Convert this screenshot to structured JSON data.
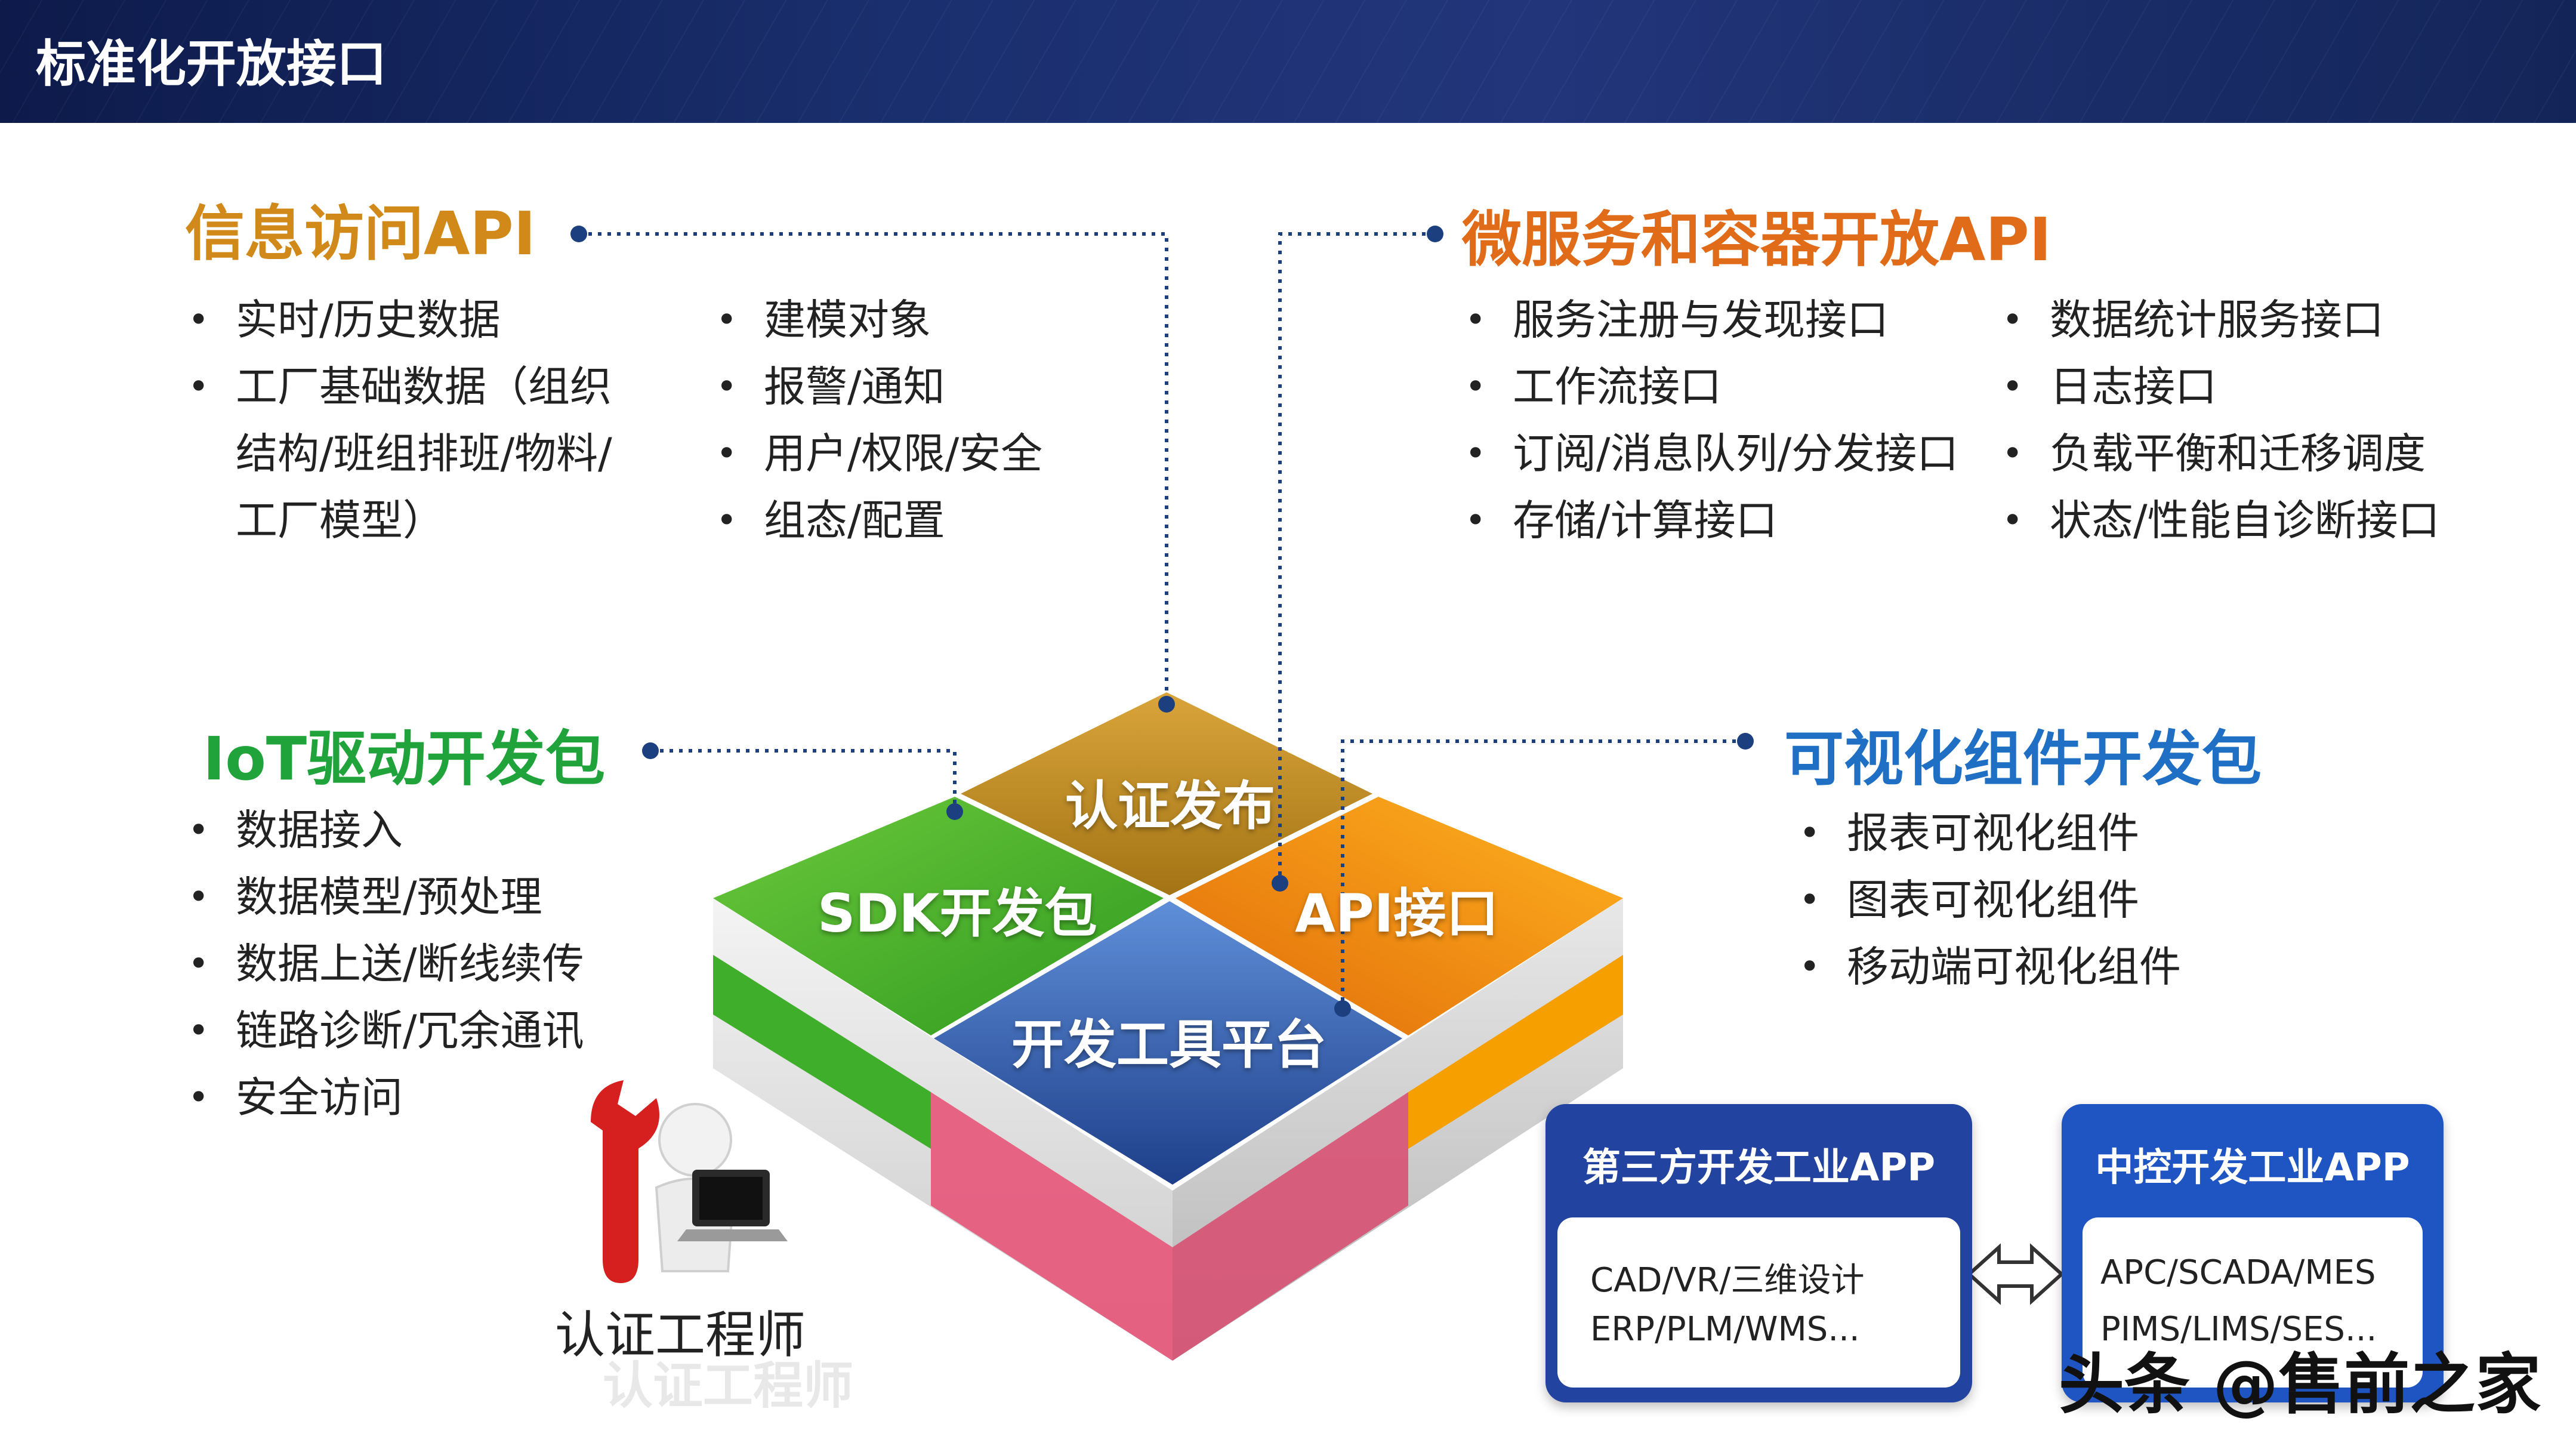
{
  "header": {
    "title": "标准化开放接口"
  },
  "info_api": {
    "title": "信息访问API",
    "col1": [
      "实时/历史数据",
      "工厂基础数据（组织",
      "结构/班组排班/物料/",
      "工厂模型）"
    ],
    "col2": [
      "建模对象",
      "报警/通知",
      "用户/权限/安全",
      "组态/配置"
    ]
  },
  "micro_api": {
    "title": "微服务和容器开放API",
    "col1": [
      "服务注册与发现接口",
      "工作流接口",
      "订阅/消息队列/分发接口",
      "存储/计算接口"
    ],
    "col2": [
      "数据统计服务接口",
      "日志接口",
      "负载平衡和迁移调度",
      "状态/性能自诊断接口"
    ]
  },
  "iot_sdk": {
    "title": "IoT驱动开发包",
    "items": [
      "数据接入",
      "数据模型/预处理",
      "数据上送/断线续传",
      "链路诊断/冗余通讯",
      "安全访问"
    ]
  },
  "viz_sdk": {
    "title": "可视化组件开发包",
    "items": [
      "报表可视化组件",
      "图表可视化组件",
      "移动端可视化组件"
    ]
  },
  "platform": {
    "top": "认证发布",
    "left": "SDK开发包",
    "right": "API接口",
    "bottom": "开发工具平台"
  },
  "third_party_app": {
    "title": "第三方开发工业APP",
    "lines": [
      "CAD/VR/三维设计",
      "ERP/PLM/WMS..."
    ]
  },
  "central_app": {
    "title": "中控开发工业APP",
    "lines": [
      "APC/SCADA/MES",
      "PIMS/LIMS/SES..."
    ]
  },
  "engineer": {
    "label": "认证工程师",
    "ghost": "认证工程师"
  },
  "watermark": "头条 @售前之家",
  "colors": {
    "info_title": "#d18a1a",
    "micro_title": "#e06b18",
    "iot_title": "#1fa33a",
    "viz_title": "#1f6fc4",
    "tile_top": "#c08a22",
    "tile_left": "#4fb52c",
    "tile_right": "#f08a0c",
    "tile_bottom": "#2e5ca8",
    "app_blue": "#2343a0"
  },
  "icons": [
    "wrench-icon",
    "person-icon",
    "laptop-icon",
    "double-arrow-icon"
  ]
}
